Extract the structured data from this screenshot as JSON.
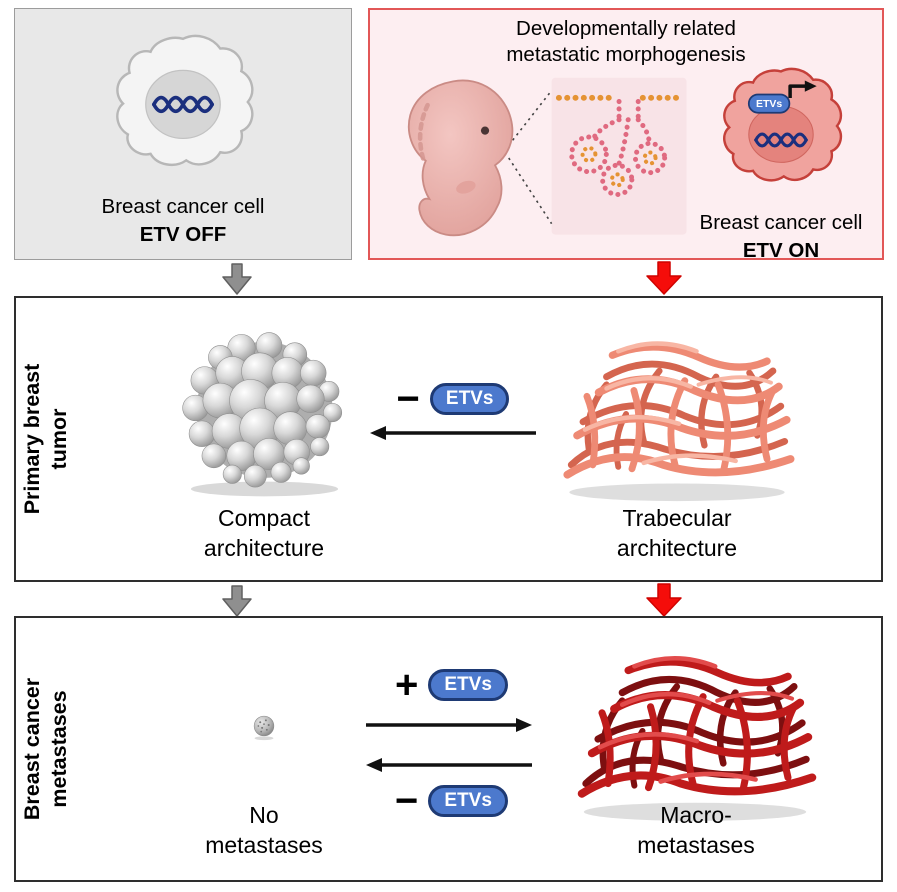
{
  "top_left_panel": {
    "cell_label": "Breast cancer cell",
    "cell_state": "ETV OFF"
  },
  "top_right_panel": {
    "title_line1": "Developmentally related",
    "title_line2": "metastatic morphogenesis",
    "badge": "ETVs",
    "cell_label": "Breast cancer cell",
    "cell_state": "ETV ON"
  },
  "primary_tumor": {
    "side_label_line1": "Primary breast",
    "side_label_line2": "tumor",
    "left_caption_line1": "Compact",
    "left_caption_line2": "architecture",
    "right_caption_line1": "Trabecular",
    "right_caption_line2": "architecture",
    "minus_sign": "−",
    "badge": "ETVs"
  },
  "metastases": {
    "side_label_line1": "Breast cancer",
    "side_label_line2": "metastases",
    "left_caption_line1": "No",
    "left_caption_line2": "metastases",
    "right_caption_line1": "Macro-",
    "right_caption_line2": "metastases",
    "plus_sign": "+",
    "minus_sign": "−",
    "badge_promote": "ETVs",
    "badge_suppress": "ETVs"
  },
  "colors": {
    "etv_badge_blue": "#4c79cd",
    "badge_border_navy": "#1e3a74",
    "dna_blue": "#1b2f7e",
    "panel_gray_bg": "#e8e8e8",
    "panel_pink_bg": "#fdeef1",
    "panel_red_border": "#e25757",
    "arrow_red": "#f50d0a",
    "arrow_gray": "#8f8f8f",
    "salmon_tumor": "#ee8a74",
    "dark_red_tumor": "#bf1b1b",
    "compact_tumor_gray": "#c9c9c9"
  }
}
